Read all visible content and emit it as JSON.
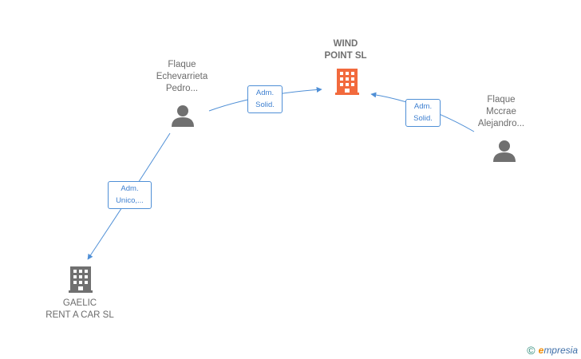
{
  "nodes": {
    "wind_point": {
      "name_lines": [
        "WIND",
        "POINT  SL"
      ],
      "type": "company",
      "color": "#f26a3d"
    },
    "gaelic": {
      "name_lines": [
        "GAELIC",
        "RENT A CAR SL"
      ],
      "type": "company",
      "color": "#707070"
    },
    "flaque_echevarrieta": {
      "name_lines": [
        "Flaque",
        "Echevarrieta",
        "Pedro..."
      ],
      "type": "person",
      "color": "#707070"
    },
    "flaque_mccrae": {
      "name_lines": [
        "Flaque",
        "Mccrae",
        "Alejandro..."
      ],
      "type": "person",
      "color": "#707070"
    }
  },
  "edges": [
    {
      "from": "flaque_echevarrieta",
      "to": "wind_point",
      "label_lines": [
        "Adm.",
        "Solid."
      ]
    },
    {
      "from": "flaque_mccrae",
      "to": "wind_point",
      "label_lines": [
        "Adm.",
        "Solid."
      ]
    },
    {
      "from": "flaque_echevarrieta",
      "to": "gaelic",
      "label_lines": [
        "Adm.",
        "Unico,..."
      ]
    }
  ],
  "edge_color": "#4f8fd6",
  "watermark": {
    "copyright_symbol": "©",
    "brand_first": "e",
    "brand_rest": "mpresia"
  }
}
